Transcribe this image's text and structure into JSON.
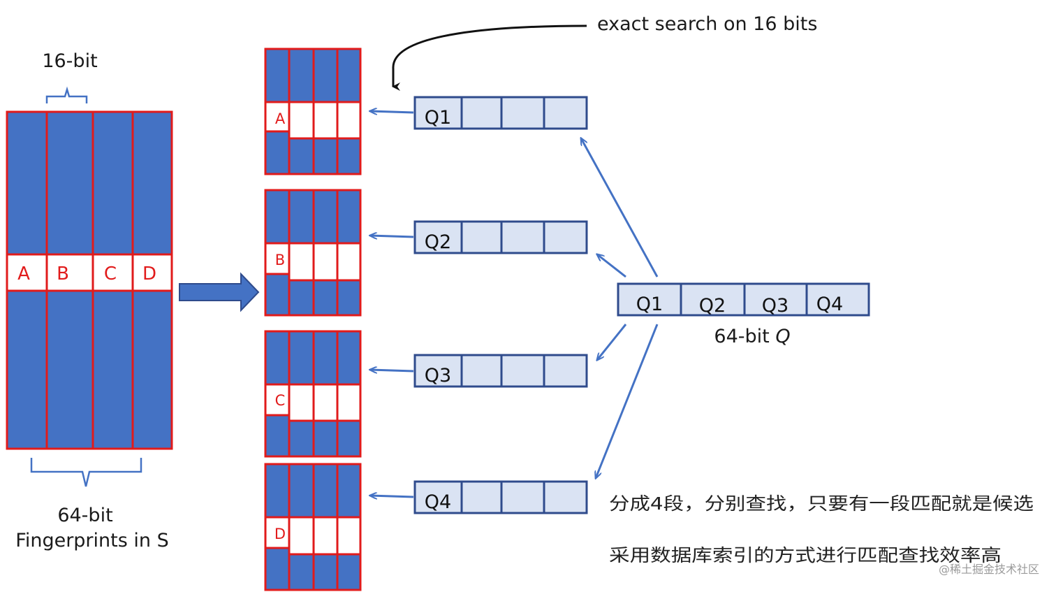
{
  "labels": {
    "exact_search": "exact search on 16 bits",
    "bit16": "16-bit",
    "fp_line1": "64-bit",
    "fp_line2": "Fingerprints in S",
    "q_caption_prefix": "64-bit ",
    "q_caption_var": "Q",
    "note1": "分成4段，分别查找，只要有一段匹配就是候选",
    "note2": "采用数据库索引的方式进行匹配查找效率高",
    "watermark": "@稀土掘金技术社区"
  },
  "segments": [
    "A",
    "B",
    "C",
    "D"
  ],
  "query_parts": [
    "Q1",
    "Q2",
    "Q3",
    "Q4"
  ],
  "colors": {
    "blue_fill": "#4472c4",
    "red_border": "#e11b1b",
    "light_blue": "#dae3f3",
    "dark_blue_border": "#2f4b8c",
    "arrow_blue": "#4472c4"
  }
}
